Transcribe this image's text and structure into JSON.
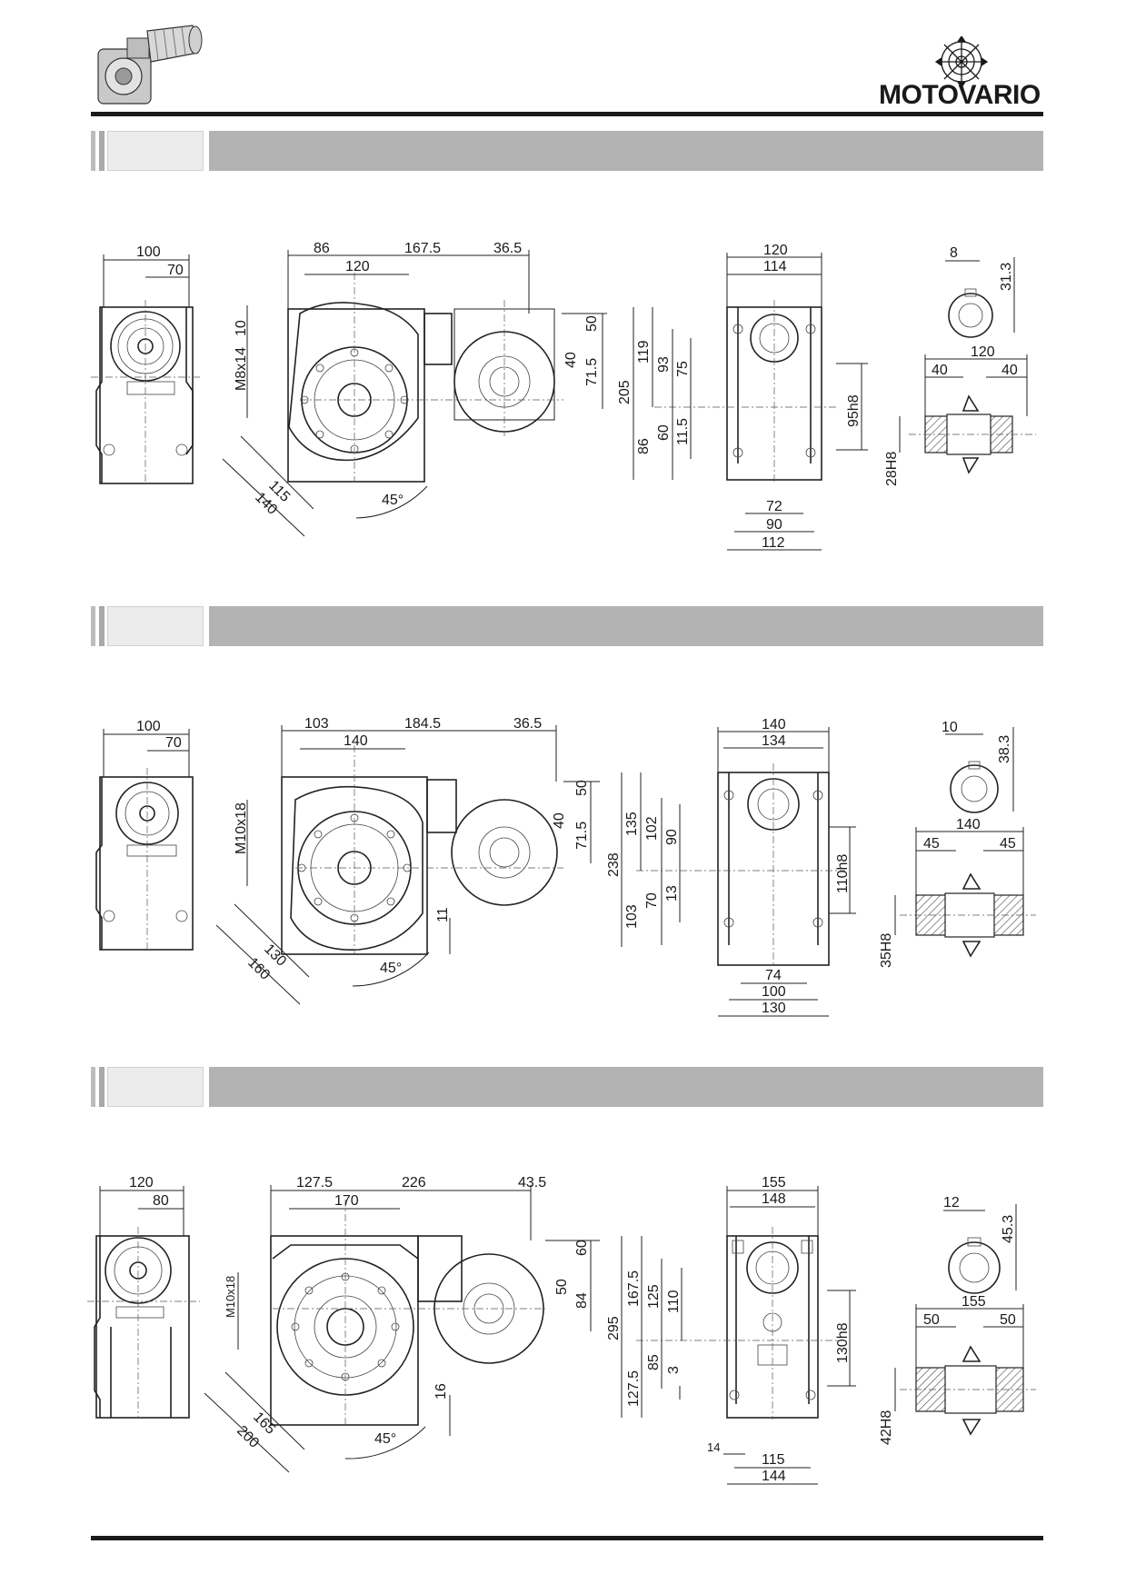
{
  "brand": {
    "logo_text": "MOTOVARIO"
  },
  "sections": [
    {
      "id": "s1",
      "side_view": {
        "width": "100",
        "offset": "70"
      },
      "front_view": {
        "d1": "86",
        "d2": "167.5",
        "d3": "36.5",
        "d4": "120",
        "d5": "10",
        "thread": "M8x14",
        "d6": "50",
        "d7": "40",
        "d8": "71.5",
        "diag1": "115",
        "diag2": "140",
        "angle": "45°"
      },
      "end_view": {
        "w1": "120",
        "w2": "114",
        "h_total": "205",
        "h_top": "119",
        "h_a": "93",
        "h_b": "75",
        "h_c": "60",
        "h_d": "11.5",
        "h_bot": "86",
        "spigot": "95h8",
        "b1": "72",
        "b2": "90",
        "b3": "112"
      },
      "shaft_view": {
        "key_w": "8",
        "key_h": "31.3",
        "len": "120",
        "l1": "40",
        "l2": "40",
        "bore": "28H8"
      }
    },
    {
      "id": "s2",
      "side_view": {
        "width": "100",
        "offset": "70"
      },
      "front_view": {
        "d1": "103",
        "d2": "184.5",
        "d3": "36.5",
        "d4": "140",
        "thread": "M10x18",
        "d6": "50",
        "d7": "40",
        "d8": "71.5",
        "d9": "11",
        "diag1": "130",
        "diag2": "160",
        "angle": "45°"
      },
      "end_view": {
        "w1": "140",
        "w2": "134",
        "h_total": "238",
        "h_top": "135",
        "h_a": "102",
        "h_b": "90",
        "h_c": "70",
        "h_d": "13",
        "h_bot": "103",
        "spigot": "110h8",
        "b1": "74",
        "b2": "100",
        "b3": "130"
      },
      "shaft_view": {
        "key_w": "10",
        "key_h": "38.3",
        "len": "140",
        "l1": "45",
        "l2": "45",
        "bore": "35H8"
      }
    },
    {
      "id": "s3",
      "side_view": {
        "width": "120",
        "offset": "80"
      },
      "front_view": {
        "d1": "127.5",
        "d2": "226",
        "d3": "43.5",
        "d4": "170",
        "thread": "M10x18",
        "d6": "60",
        "d7": "50",
        "d8": "84",
        "d9": "16",
        "diag1": "165",
        "diag2": "200",
        "angle": "45°"
      },
      "end_view": {
        "w1": "155",
        "w2": "148",
        "h_total": "295",
        "h_top": "167.5",
        "h_a": "125",
        "h_b": "110",
        "h_c": "85",
        "h_d": "3",
        "h_bot": "127.5",
        "spigot": "130h8",
        "b0": "14",
        "b1": "115",
        "b2": "144"
      },
      "shaft_view": {
        "key_w": "12",
        "key_h": "45.3",
        "len": "155",
        "l1": "50",
        "l2": "50",
        "bore": "42H8"
      }
    }
  ]
}
